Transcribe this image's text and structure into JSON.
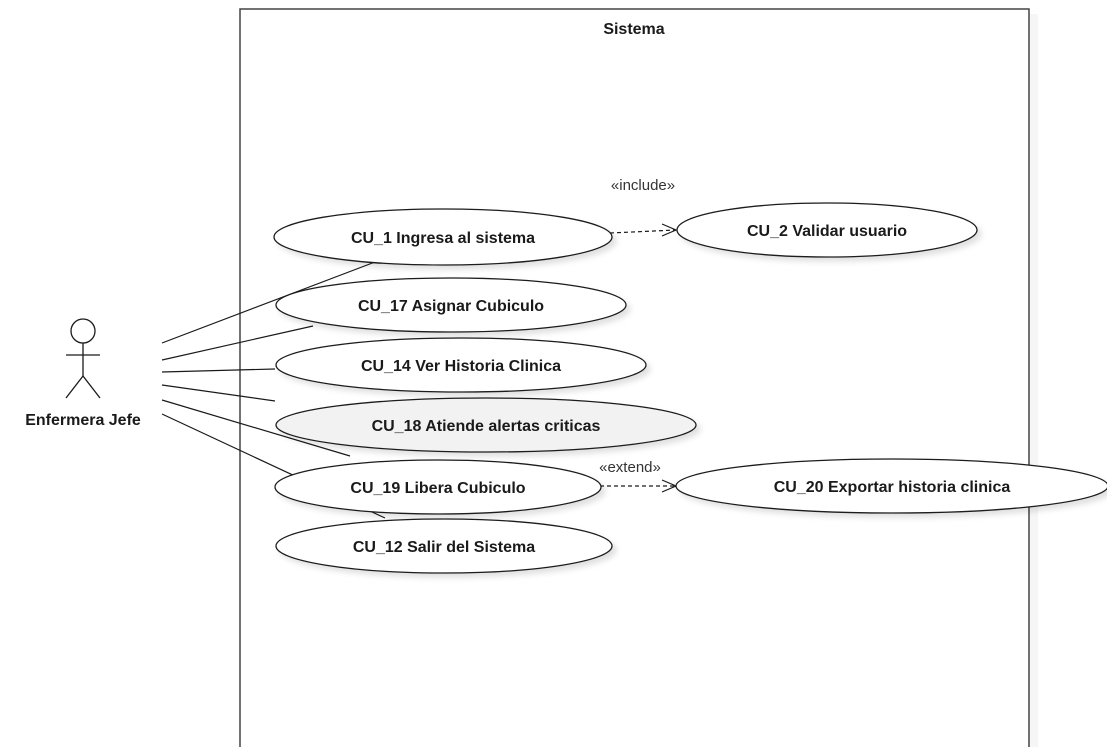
{
  "system": {
    "title": "Sistema"
  },
  "actor": {
    "name": "Enfermera Jefe"
  },
  "use_cases": {
    "cu1": "CU_1 Ingresa al sistema",
    "cu2": "CU_2 Validar usuario",
    "cu17": "CU_17 Asignar Cubiculo",
    "cu14": "CU_14 Ver Historia Clinica",
    "cu18": "CU_18 Atiende alertas criticas",
    "cu19": "CU_19 Libera Cubiculo",
    "cu20": "CU_20 Exportar historia clinica",
    "cu12": "CU_12 Salir del Sistema"
  },
  "relations": {
    "include_label": "«include»",
    "extend_label": "«extend»"
  }
}
